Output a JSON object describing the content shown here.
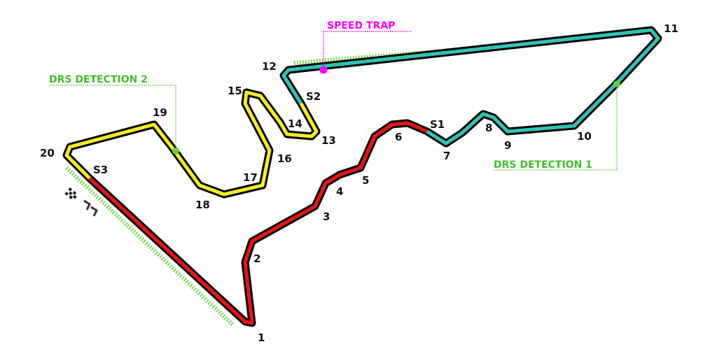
{
  "colors": {
    "sector1": "#ee1111",
    "sector2": "#2ec4b6",
    "sector3": "#f5ee1a",
    "drs": "#5fd03a",
    "speed_trap": "#ff00ff"
  },
  "callouts": {
    "speed_trap": "SPEED TRAP",
    "drs_detection_1": "DRS DETECTION 1",
    "drs_detection_2": "DRS DETECTION 2"
  },
  "sectors": {
    "s1": "S1",
    "s2": "S2",
    "s3": "S3"
  },
  "turns": [
    "1",
    "2",
    "3",
    "4",
    "5",
    "6",
    "7",
    "8",
    "9",
    "10",
    "11",
    "12",
    "13",
    "14",
    "15",
    "16",
    "17",
    "18",
    "19",
    "20"
  ],
  "icons": {
    "start_finish": "checkered-flag-icon",
    "direction": "chevron-right-icon"
  }
}
